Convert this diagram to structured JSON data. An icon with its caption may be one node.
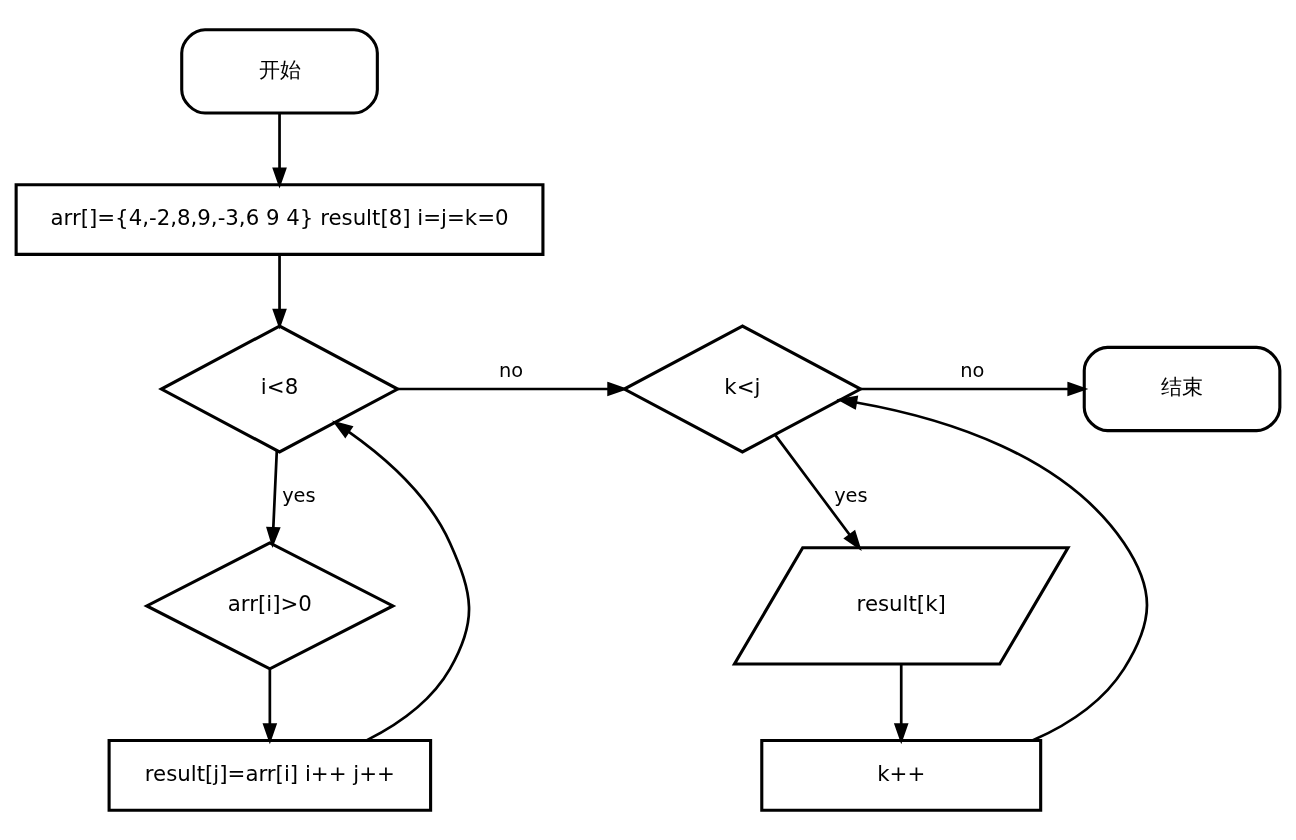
{
  "diagram": {
    "nodes": [
      {
        "text": [
          "开始"
        ]
      },
      {
        "text": [
          "arr[]={4,-2,8,9,-3,6 9 4} result[8] i=j=k=0"
        ]
      },
      {
        "text": [
          "i<8"
        ]
      },
      {
        "text": [
          "arr[i]>0"
        ]
      },
      {
        "text": [
          "result[j]=arr[i] i++ j++"
        ]
      },
      {
        "text": [
          "k<j"
        ]
      },
      {
        "text": [
          "result[k]"
        ]
      },
      {
        "text": [
          "k++"
        ]
      },
      {
        "text": [
          "结束"
        ]
      }
    ],
    "edges": [
      {
        "from": 0,
        "to": 1,
        "arrow": "to"
      },
      {
        "from": 1,
        "to": 2,
        "arrow": "to"
      },
      {
        "from": 2,
        "to": 3,
        "arrow": "to",
        "label": "yes"
      },
      {
        "from": 3,
        "to": 4,
        "arrow": "to"
      },
      {
        "from": 4,
        "to": 2,
        "arrow": "to"
      },
      {
        "from": 2,
        "to": 5,
        "arrow": "to",
        "label": "no"
      },
      {
        "from": 5,
        "to": 6,
        "arrow": "to",
        "label": "yes"
      },
      {
        "from": 6,
        "to": 7,
        "arrow": "to"
      },
      {
        "from": 7,
        "to": 5,
        "arrow": "to"
      },
      {
        "from": 5,
        "to": 8,
        "arrow": "to",
        "label": "no"
      }
    ]
  }
}
